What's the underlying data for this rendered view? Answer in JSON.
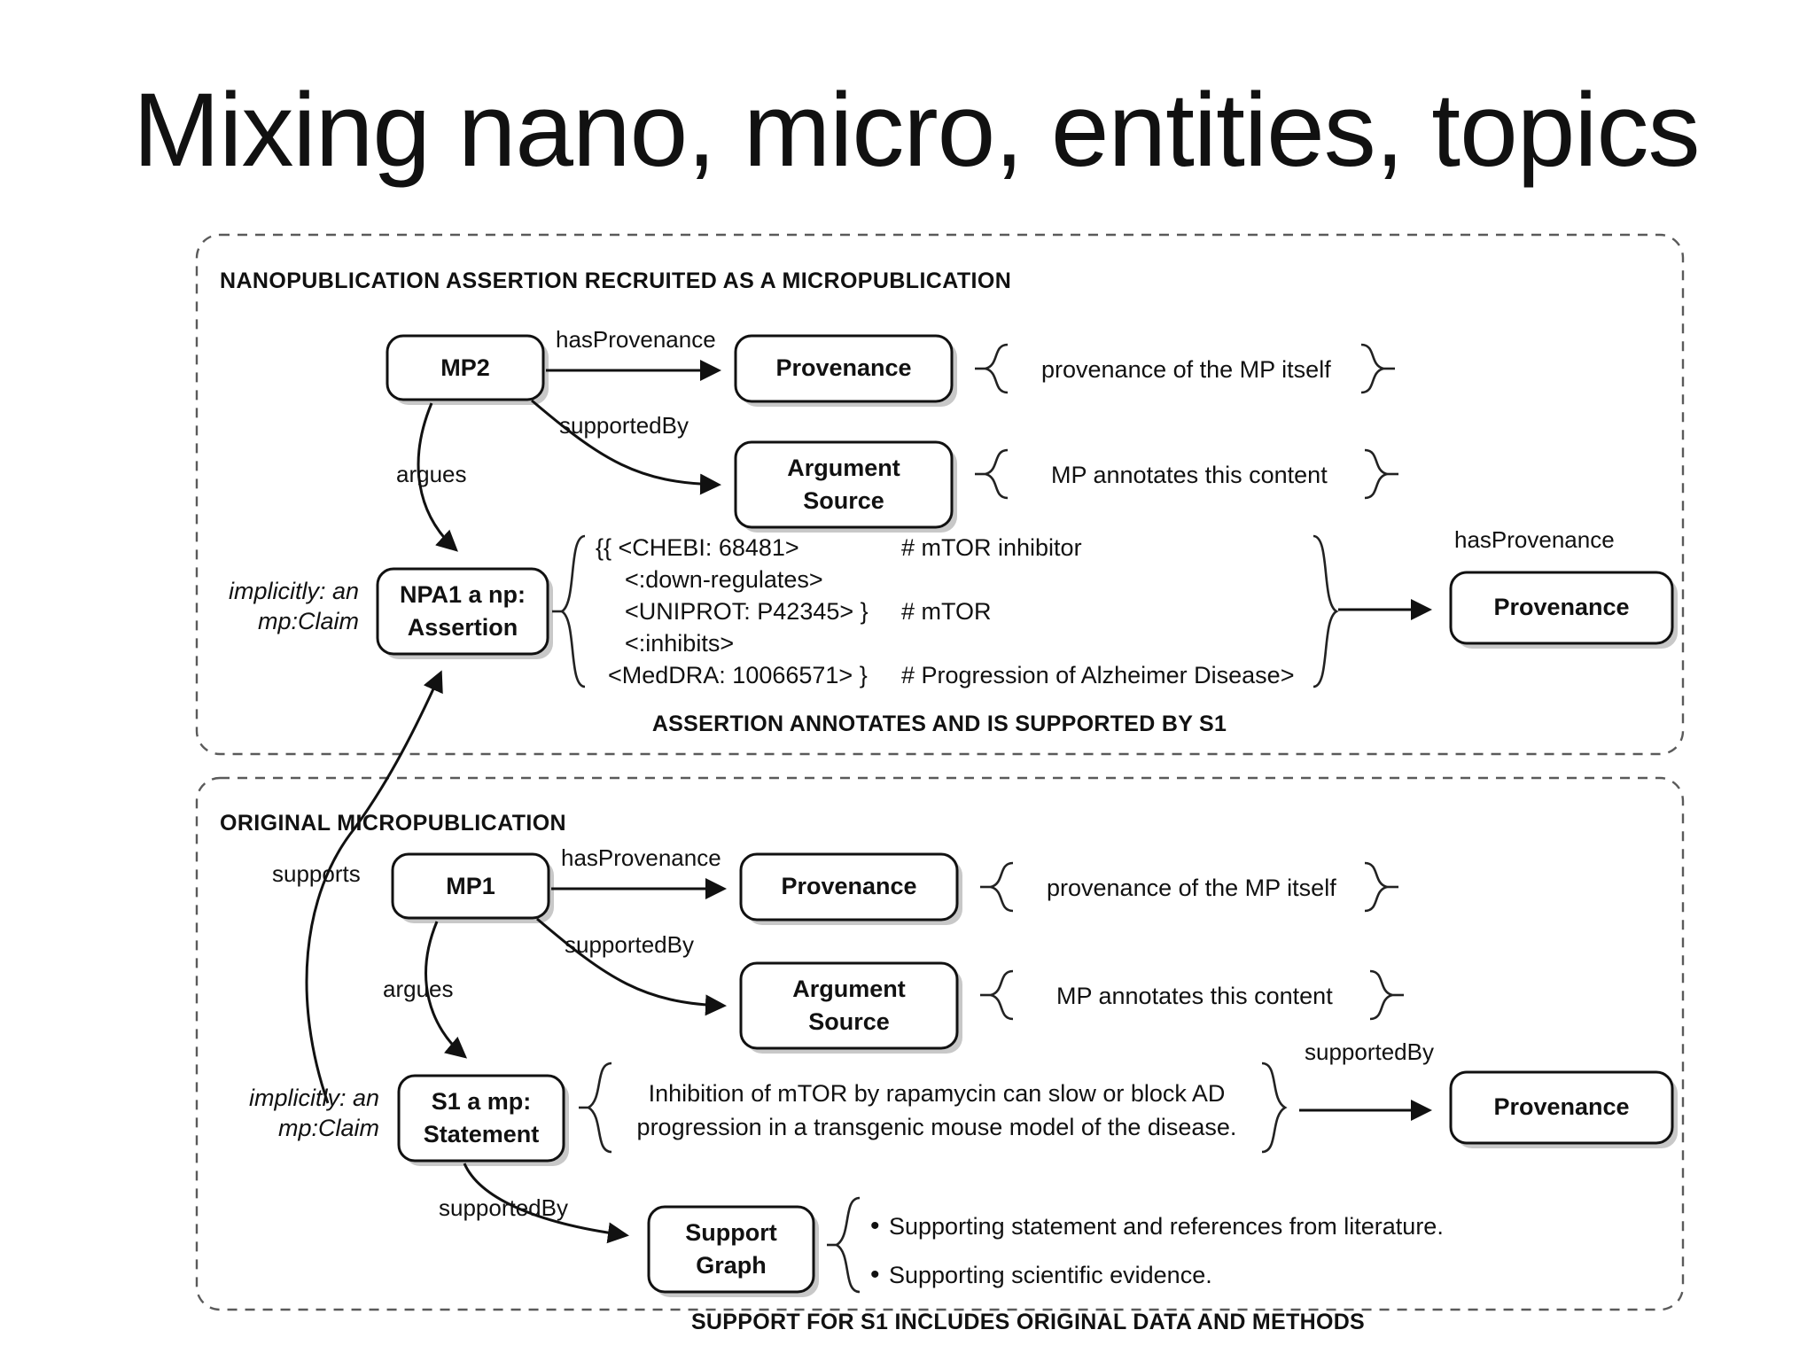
{
  "slide": {
    "title": "Mixing nano, micro, entities, topics",
    "background": "#ffffff",
    "ink": "#111111"
  },
  "panels": [
    {
      "id": "nanopub",
      "header": "NANOPUBLICATION ASSERTION RECRUITED AS A MICROPUBLICATION",
      "caption": "ASSERTION ANNOTATES AND IS SUPPORTED BY S1",
      "nodes": {
        "root": "MP2",
        "provenance_top": "Provenance",
        "argument_source_line1": "Argument",
        "argument_source_line2": "Source",
        "claim_line1": "NPA1 a np:",
        "claim_line2": "Assertion",
        "provenance_right": "Provenance"
      },
      "edges": {
        "has_provenance": "hasProvenance",
        "supported_by": "supportedBy",
        "argues": "argues",
        "has_provenance_right": "hasProvenance"
      },
      "annotations": {
        "provenance_note": "provenance of the MP itself",
        "argument_note": "MP annotates this content",
        "implicit_line1": "implicitly: an",
        "implicit_line2": "mp:Claim"
      },
      "assertion_code": [
        {
          "triple": "{{  <CHEBI: 68481>",
          "comment": "# mTOR inhibitor"
        },
        {
          "triple": "<:down-regulates>",
          "comment": ""
        },
        {
          "triple": "<UNIPROT: P42345> }",
          "comment": "# mTOR"
        },
        {
          "triple": "<:inhibits>",
          "comment": ""
        },
        {
          "triple": "<MedDRA: 10066571> }",
          "comment": "# Progression of Alzheimer Disease>"
        }
      ]
    },
    {
      "id": "micropub",
      "header": "ORIGINAL MICROPUBLICATION",
      "caption": "SUPPORT FOR S1 INCLUDES ORIGINAL DATA AND METHODS",
      "nodes": {
        "root": "MP1",
        "provenance_top": "Provenance",
        "argument_source_line1": "Argument",
        "argument_source_line2": "Source",
        "claim_line1": "S1 a mp:",
        "claim_line2": "Statement",
        "provenance_right": "Provenance",
        "support_graph_line1": "Support",
        "support_graph_line2": "Graph"
      },
      "edges": {
        "has_provenance": "hasProvenance",
        "supported_by": "supportedBy",
        "argues": "argues",
        "supported_by_right": "supportedBy",
        "supported_by_graph": "supportedBy",
        "supports": "supports"
      },
      "annotations": {
        "provenance_note": "provenance of the MP itself",
        "argument_note": "MP annotates this content",
        "implicit_line1": "implicitly: an",
        "implicit_line2": "mp:Claim",
        "statement_line1": "Inhibition of mTOR by rapamycin can slow or block AD",
        "statement_line2": "progression in a transgenic mouse model of the disease.",
        "support_bullet_1": "Supporting statement and references from literature.",
        "support_bullet_2": "Supporting scientific evidence."
      }
    }
  ]
}
